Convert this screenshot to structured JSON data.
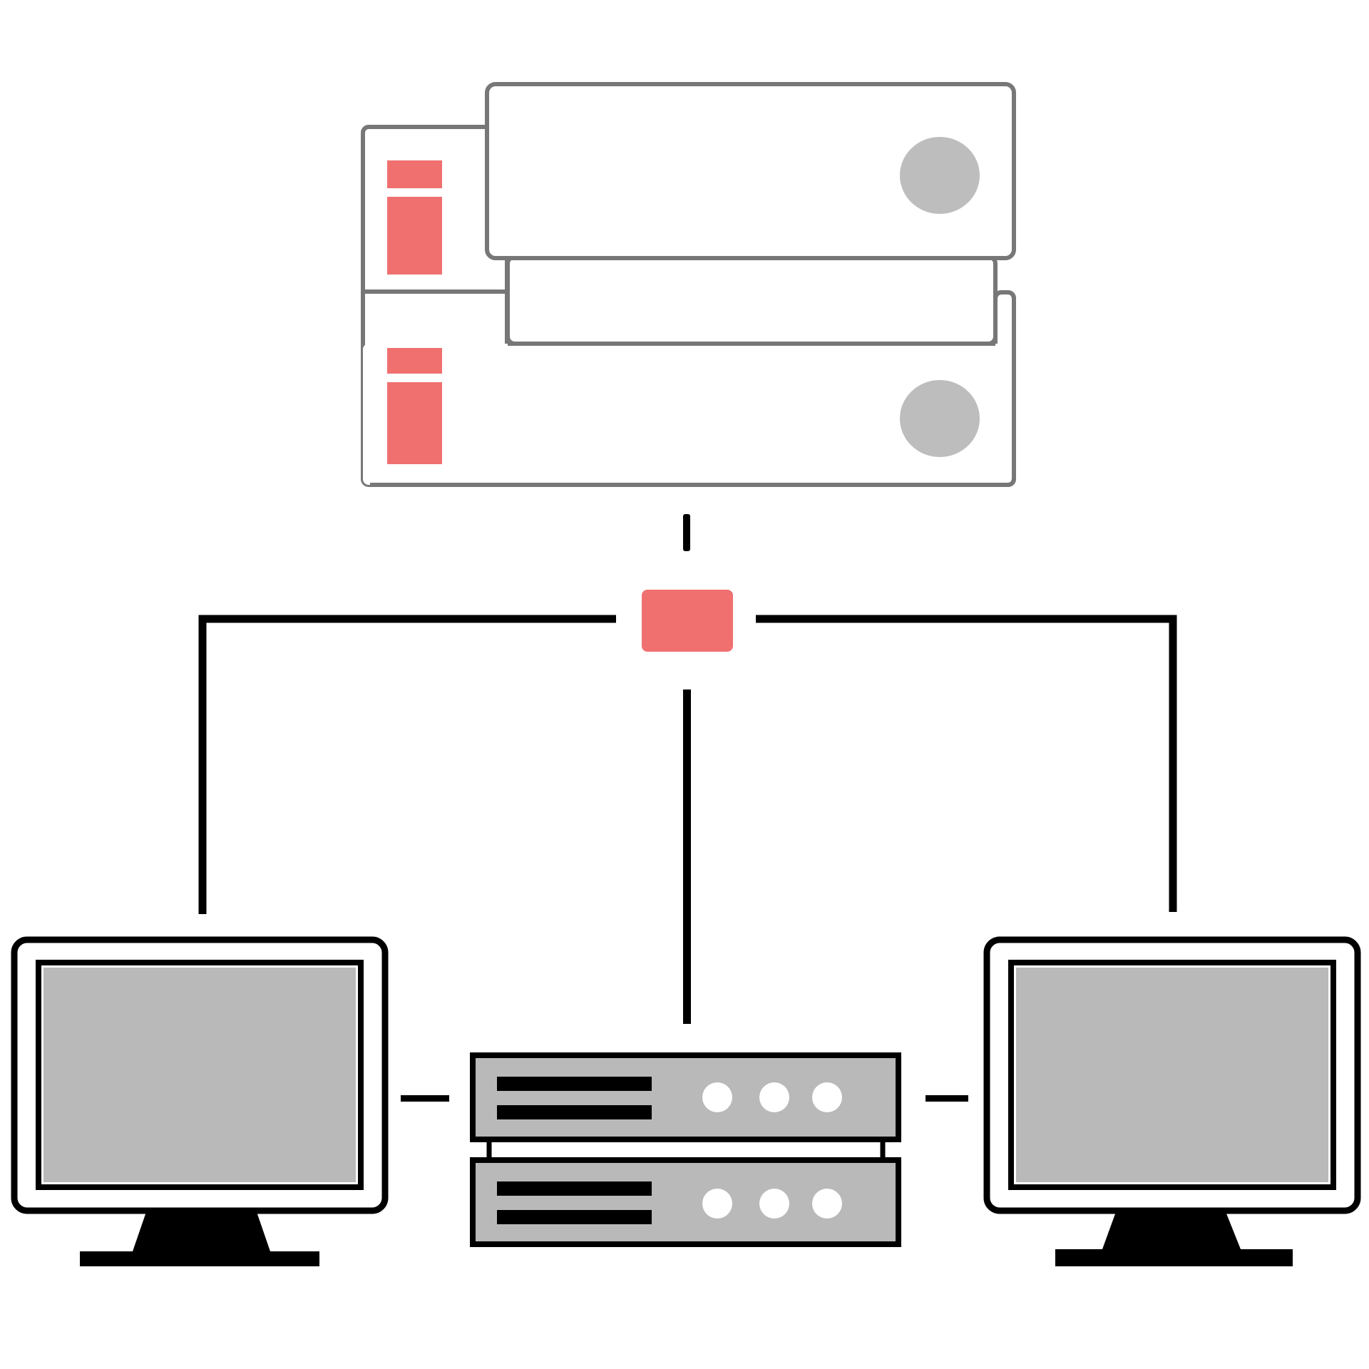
{
  "diagram": {
    "type": "network-topology",
    "text_labels": [],
    "nodes": [
      {
        "id": "storage-server",
        "icon": "storage-server-icon",
        "units": 2
      },
      {
        "id": "network-switch",
        "icon": "switch-icon"
      },
      {
        "id": "workstation-left",
        "icon": "monitor-icon"
      },
      {
        "id": "workstation-right",
        "icon": "monitor-icon"
      },
      {
        "id": "rack-server",
        "icon": "rack-server-icon",
        "units": 2
      }
    ],
    "edges": [
      {
        "from": "storage-server",
        "to": "network-switch",
        "style": "dashed"
      },
      {
        "from": "network-switch",
        "to": "workstation-left",
        "style": "solid"
      },
      {
        "from": "network-switch",
        "to": "workstation-right",
        "style": "solid"
      },
      {
        "from": "network-switch",
        "to": "rack-server",
        "style": "solid"
      },
      {
        "from": "workstation-left",
        "to": "rack-server",
        "style": "dashed"
      },
      {
        "from": "rack-server",
        "to": "workstation-right",
        "style": "dashed"
      }
    ]
  },
  "colors": {
    "accent": "#f07070",
    "screen": "#b8b9b8",
    "outline": "#000000",
    "storage_outline": "#777777",
    "disk": "#bcbdbc",
    "background": "#ffffff"
  }
}
